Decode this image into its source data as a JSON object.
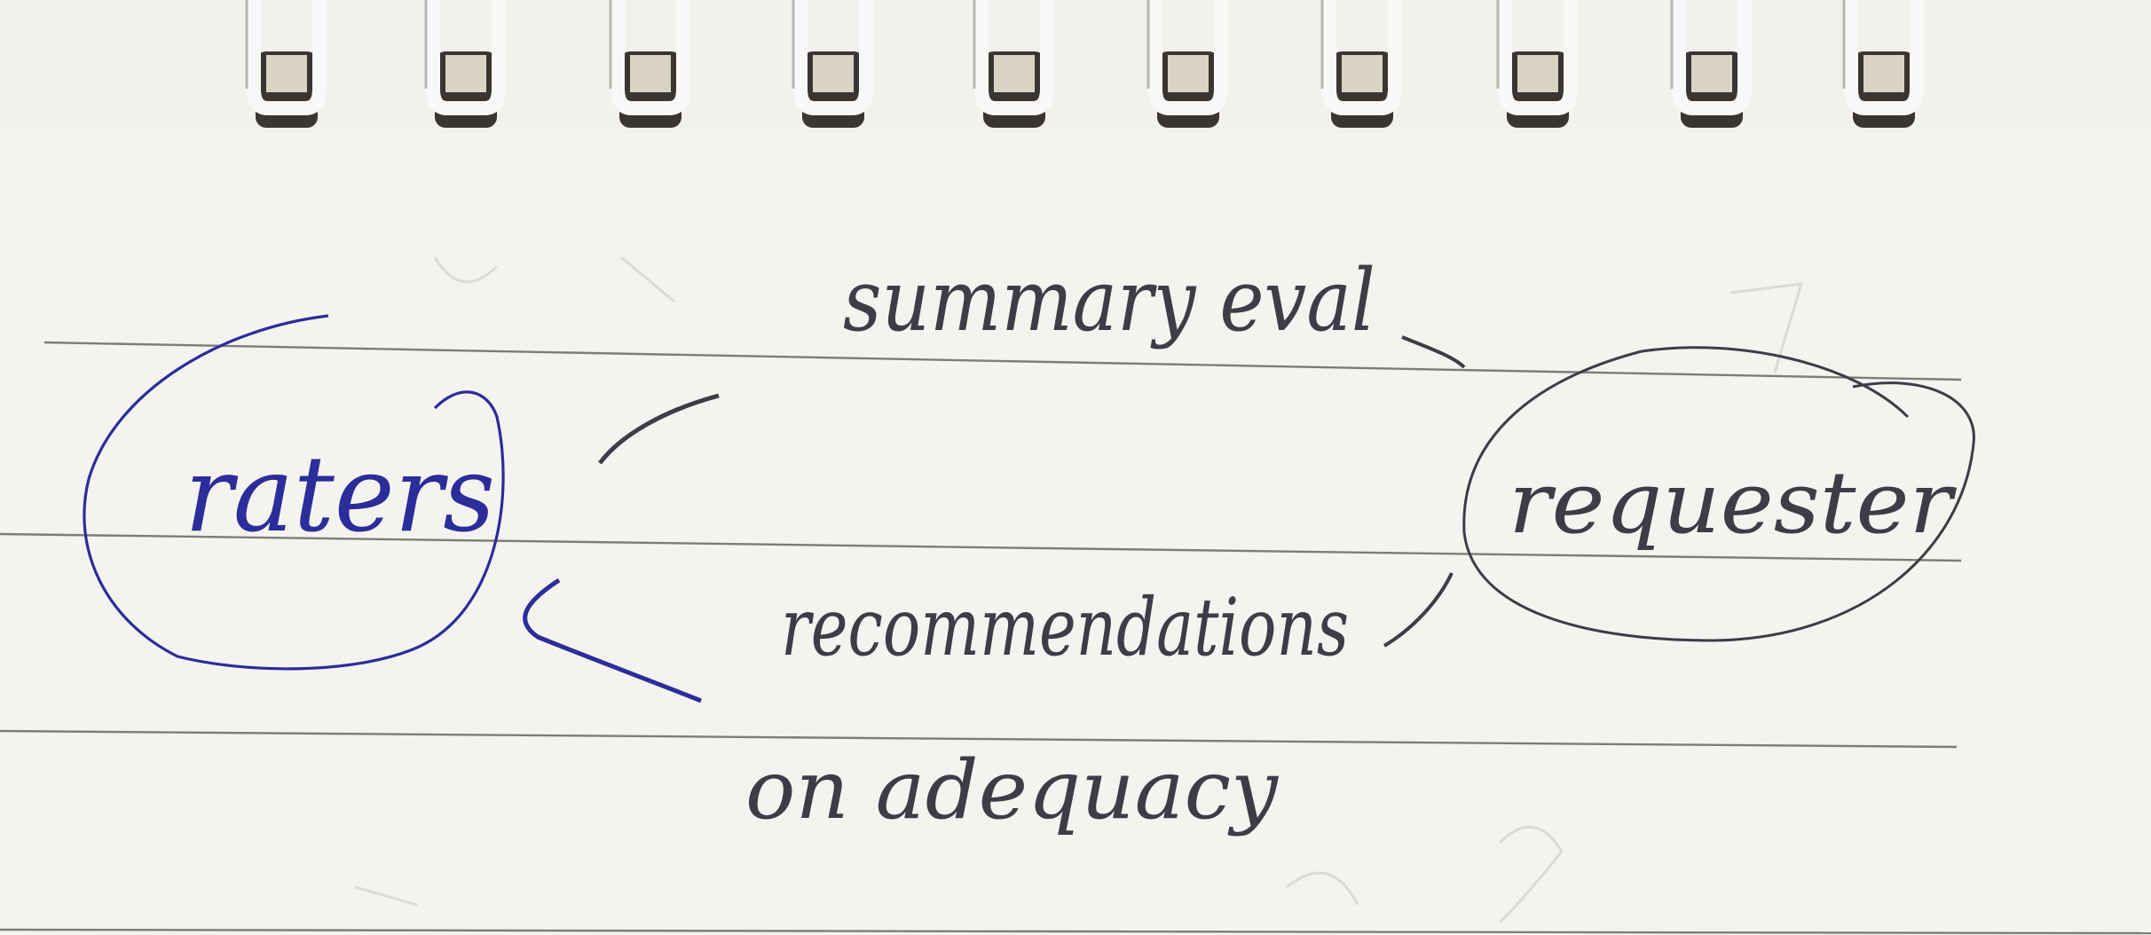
{
  "diagram": {
    "nodes": [
      {
        "id": "raters",
        "label": "raters"
      },
      {
        "id": "requester",
        "label": "requester"
      }
    ],
    "edges": [
      {
        "from": "raters",
        "to": "requester",
        "label": "summary eval"
      },
      {
        "from": "requester",
        "to": "raters",
        "label_line1": "recommendations",
        "label_line2": "on adequacy"
      }
    ]
  },
  "colors": {
    "paper": "#f4f3ef",
    "blue_ink": "#2b2d9a",
    "gray_ink": "#3c3d46",
    "rule_line": "#7d7c78",
    "spiral_wire": "#f8f8f8"
  }
}
